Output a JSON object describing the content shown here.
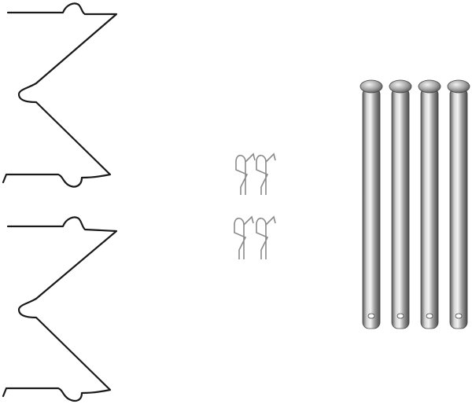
{
  "scene": {
    "background": "#ffffff",
    "parts": {
      "springs": {
        "count": 2,
        "color": "#1a1a1a"
      },
      "clips": {
        "count": 4,
        "color": "#8a8a8a"
      },
      "pins": {
        "count": 4,
        "color": "#9a9a9a"
      }
    }
  }
}
